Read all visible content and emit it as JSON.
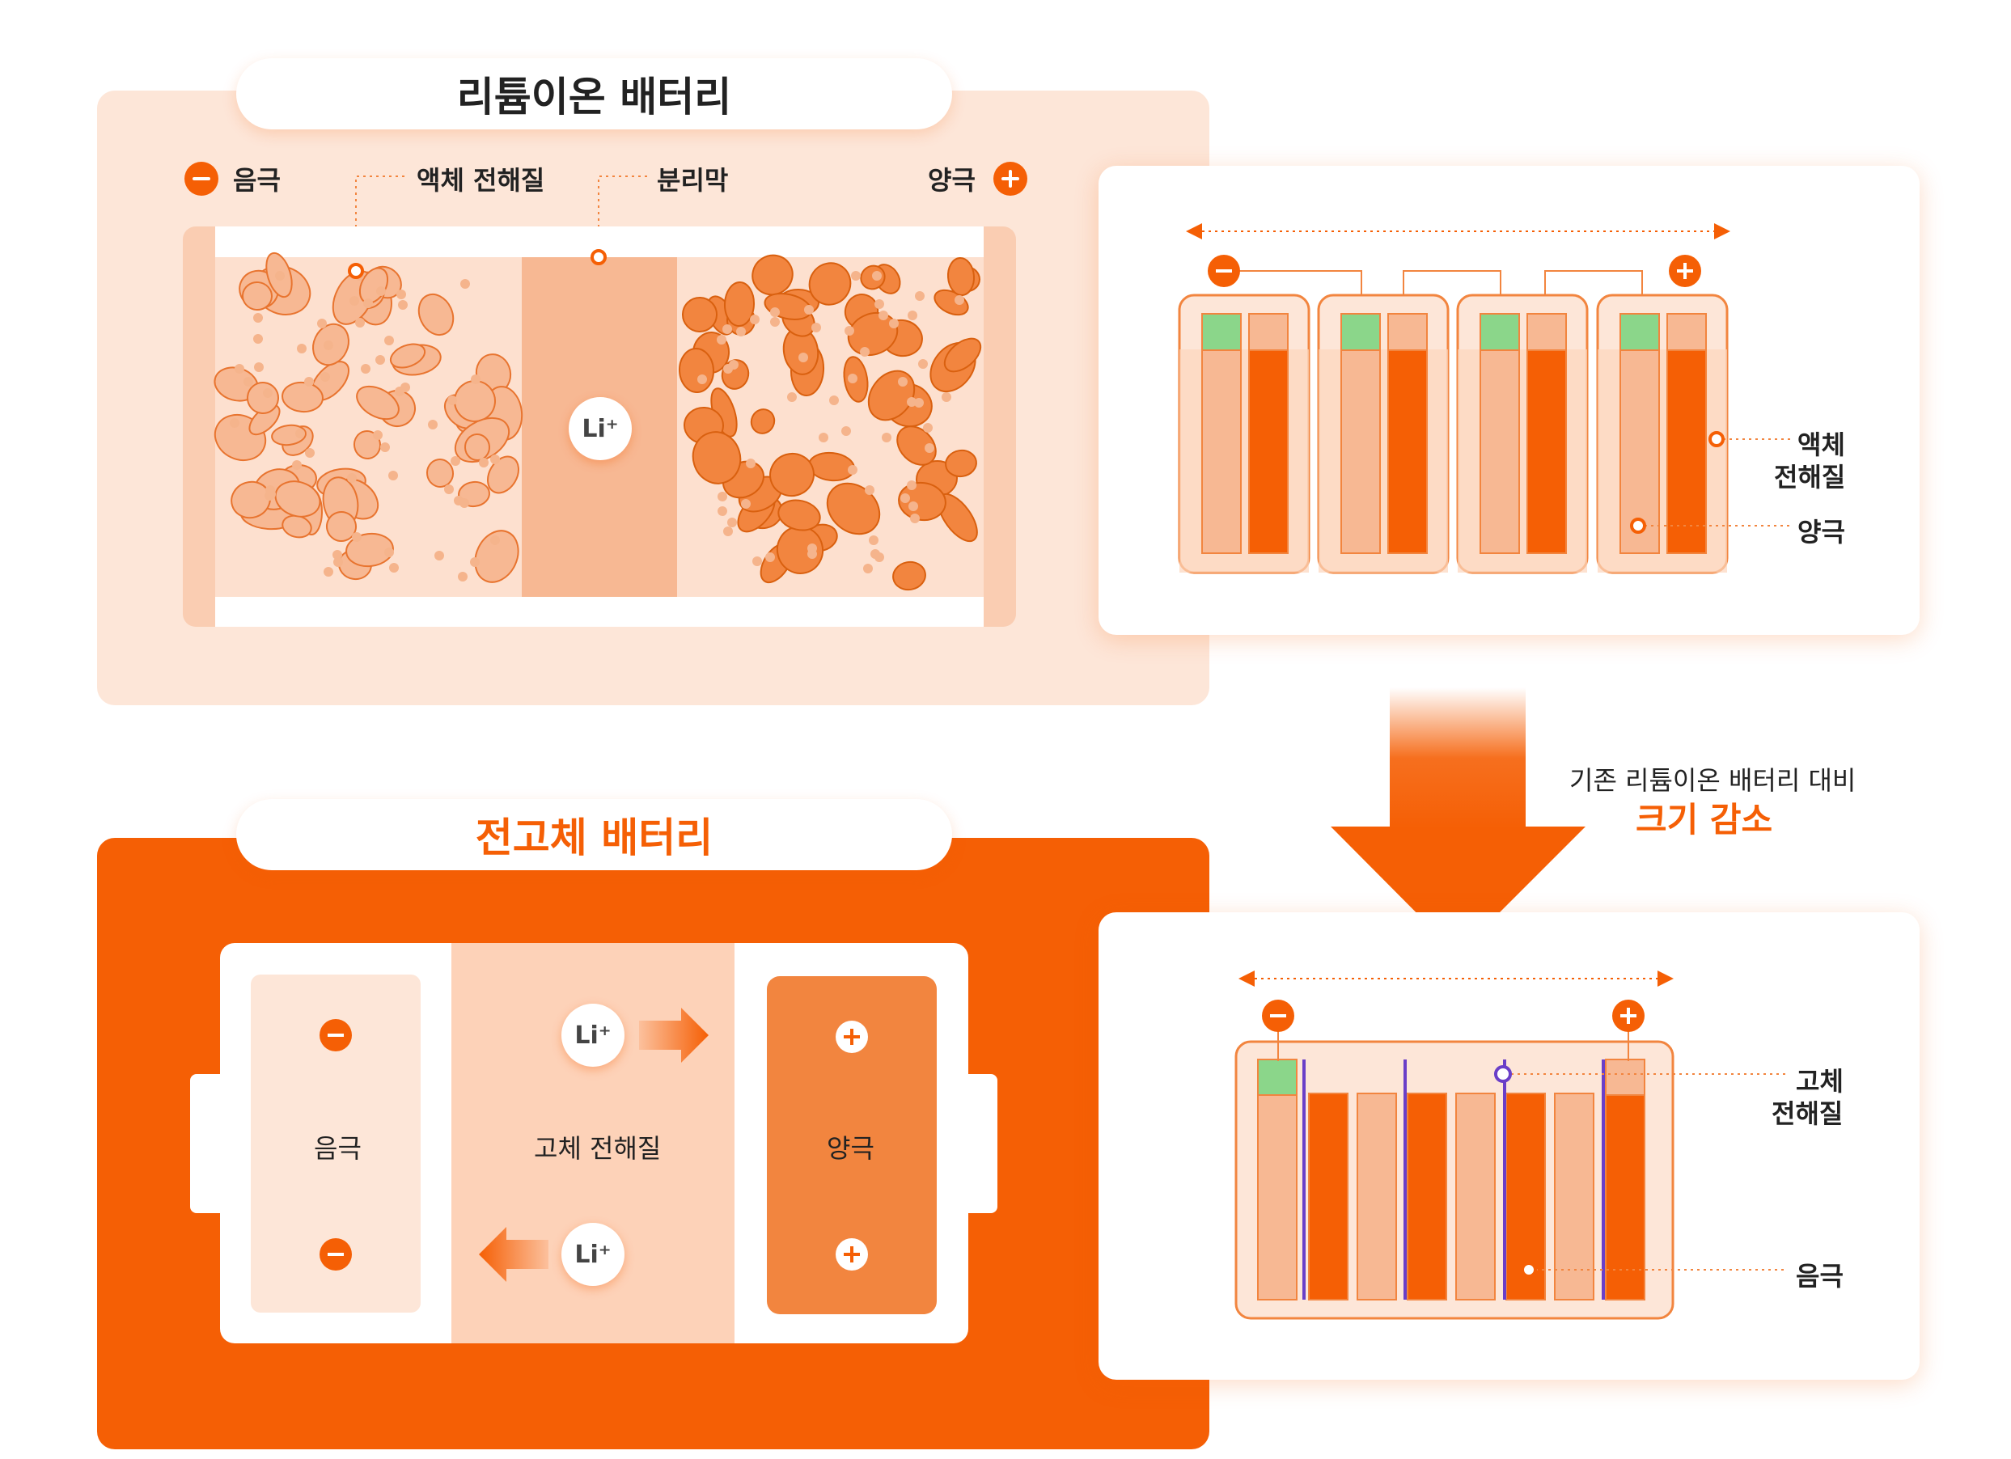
{
  "li_ion": {
    "title": "리튬이온 배터리",
    "labels": {
      "negative": "음극",
      "liquid_electrolyte": "액체 전해질",
      "separator": "분리막",
      "positive": "양극",
      "ion": "Li⁺"
    }
  },
  "li_ion_stack": {
    "label_liquid_1": "액체",
    "label_liquid_2": "전해질",
    "label_positive": "양극"
  },
  "transition": {
    "caption": "기존 리튬이온 배터리 대비",
    "highlight": "크기 감소"
  },
  "solid_state": {
    "title": "전고체 배터리",
    "labels": {
      "negative": "음극",
      "solid_electrolyte": "고체 전해질",
      "positive": "양극",
      "ion": "Li⁺"
    }
  },
  "solid_stack": {
    "label_solid_1": "고체",
    "label_solid_2": "전해질",
    "label_negative": "음극"
  },
  "colors": {
    "brand_orange": "#f55f05",
    "mid_orange": "#f2853f",
    "light_peach": "#f7b893",
    "pale_peach": "#fde6d8",
    "green_collector": "#8bd68a",
    "purple_electrolyte": "#6a3fc8"
  },
  "icons": [
    "minus-icon",
    "plus-icon",
    "arrow-right-icon",
    "arrow-left-icon",
    "arrow-down-icon"
  ]
}
